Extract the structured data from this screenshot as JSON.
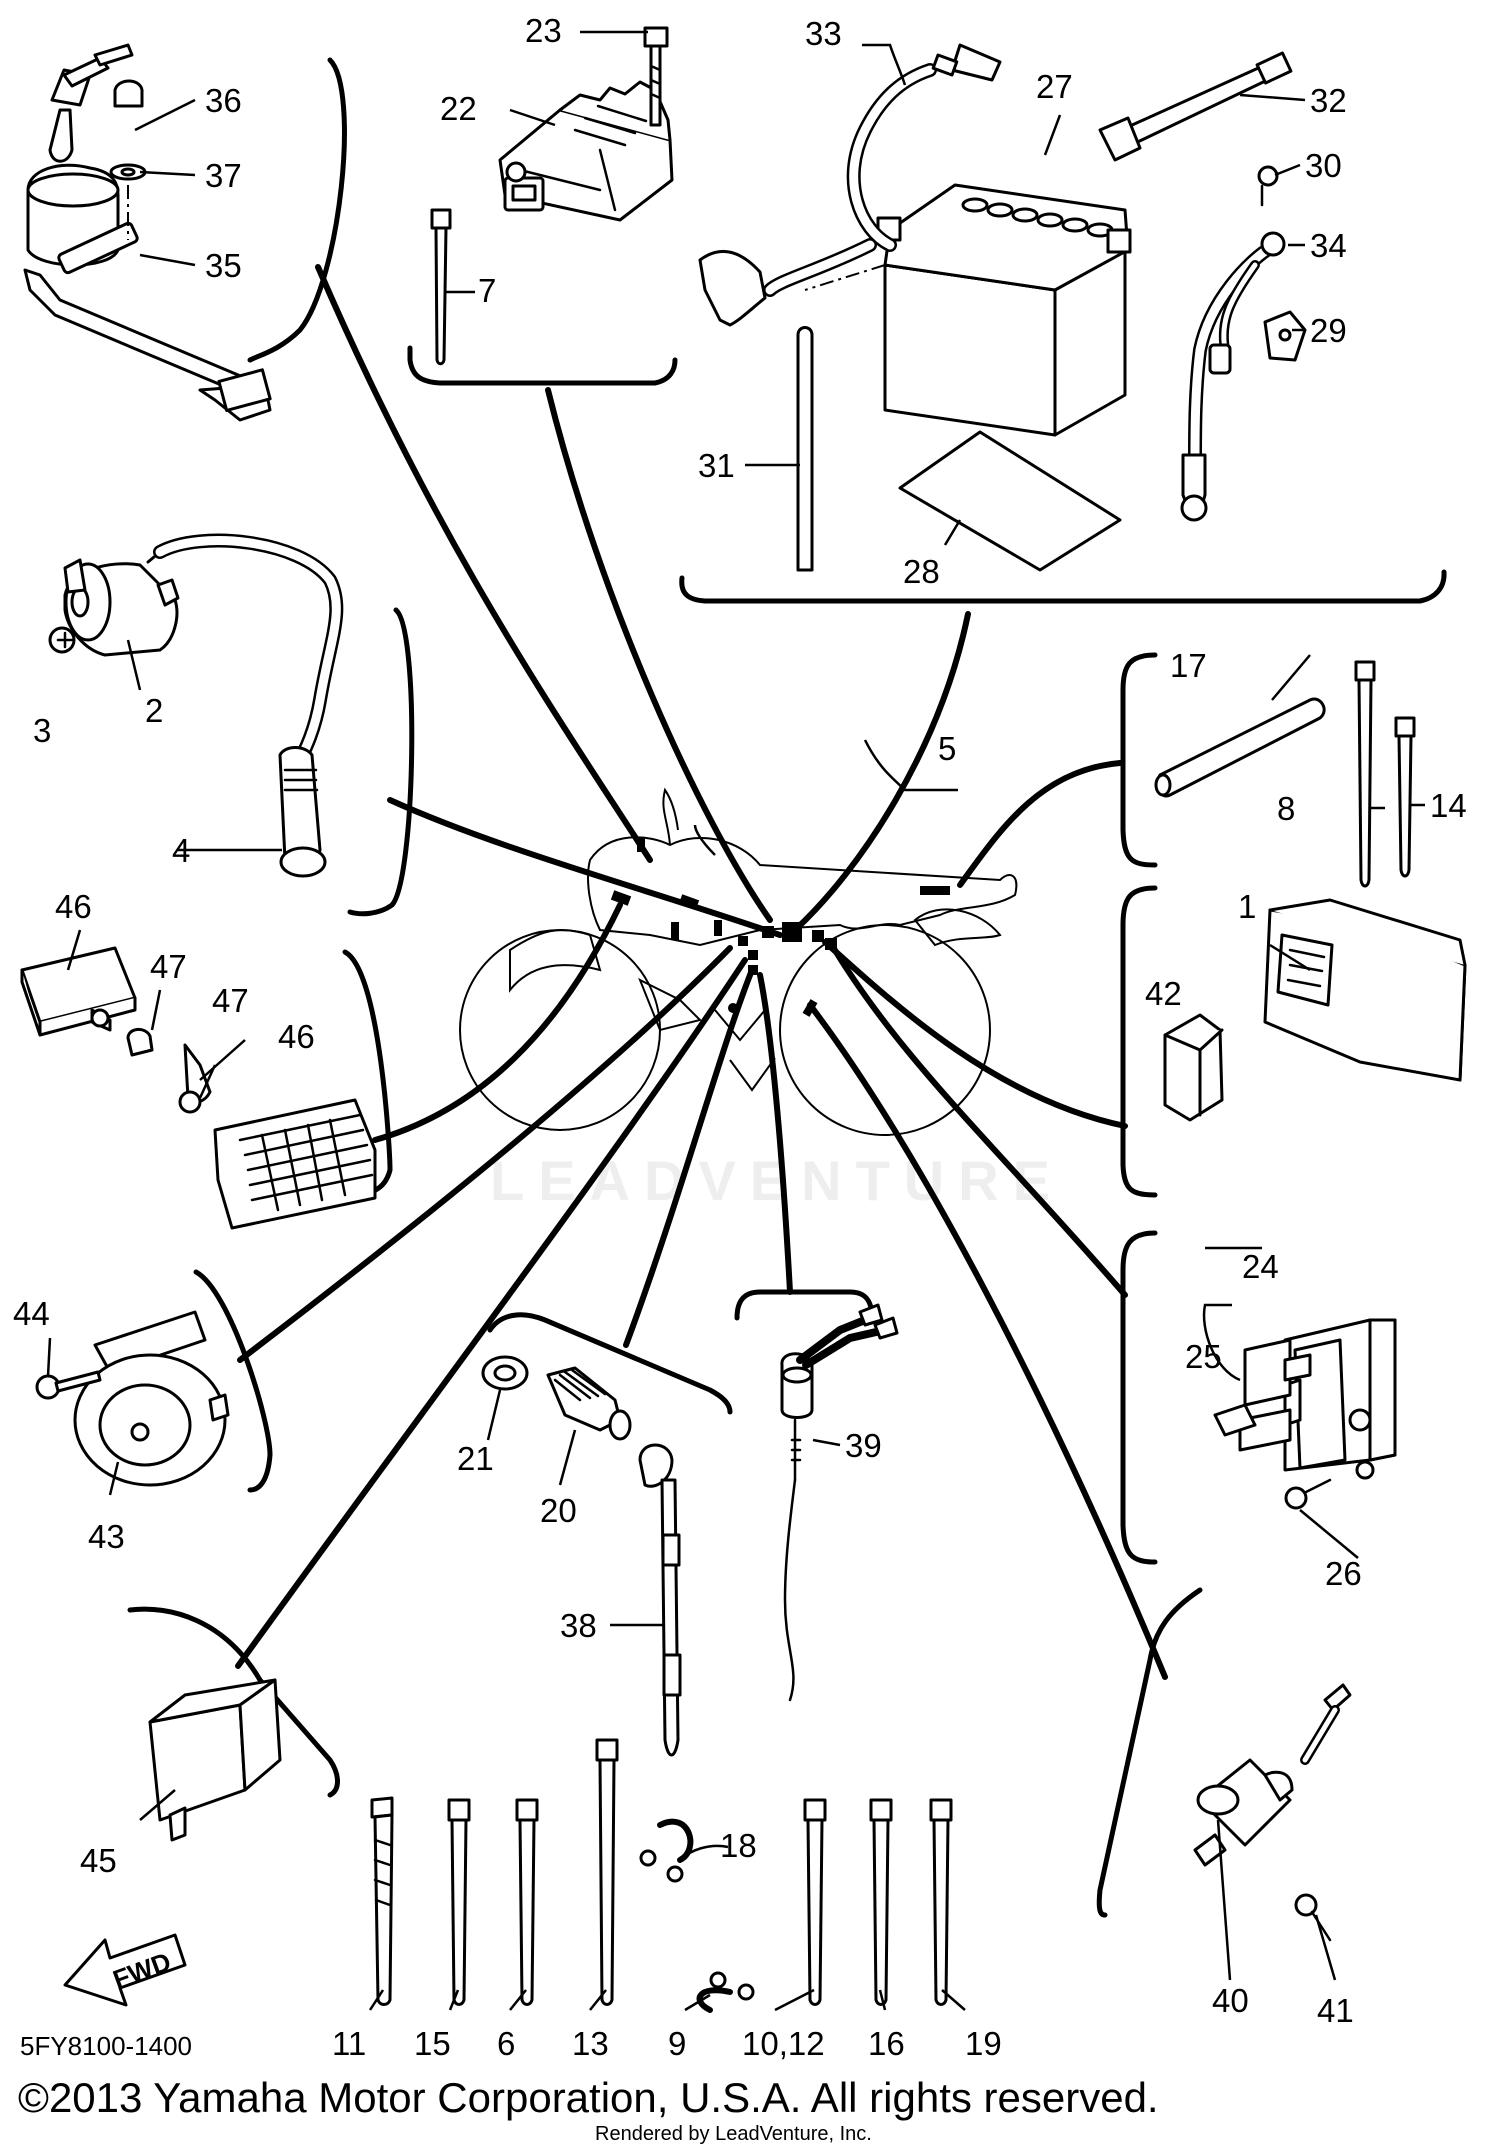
{
  "drawing_number": "5FY8100-1400",
  "copyright": "©2013 Yamaha Motor Corporation, U.S.A. All rights reserved.",
  "rendered_by": "Rendered by LeadVenture, Inc.",
  "watermark": "LEADVENTURE",
  "fwd_arrow_label": "FWD",
  "callouts": {
    "c1": "1",
    "c2": "2",
    "c3": "3",
    "c4": "4",
    "c5": "5",
    "c6": "6",
    "c7": "7",
    "c8": "8",
    "c9": "9",
    "c10_12": "10,12",
    "c11": "11",
    "c13": "13",
    "c14": "14",
    "c15": "15",
    "c16": "16",
    "c17": "17",
    "c18": "18",
    "c19": "19",
    "c20": "20",
    "c21": "21",
    "c22": "22",
    "c23": "23",
    "c24": "24",
    "c25": "25",
    "c26": "26",
    "c27": "27",
    "c28": "28",
    "c29": "29",
    "c30": "30",
    "c31": "31",
    "c32": "32",
    "c33": "33",
    "c34": "34",
    "c35": "35",
    "c36": "36",
    "c37": "37",
    "c38": "38",
    "c39": "39",
    "c40": "40",
    "c41": "41",
    "c42": "42",
    "c43": "43",
    "c44": "44",
    "c45": "45",
    "c46a": "46",
    "c46b": "46",
    "c47a": "47",
    "c47b": "47"
  }
}
